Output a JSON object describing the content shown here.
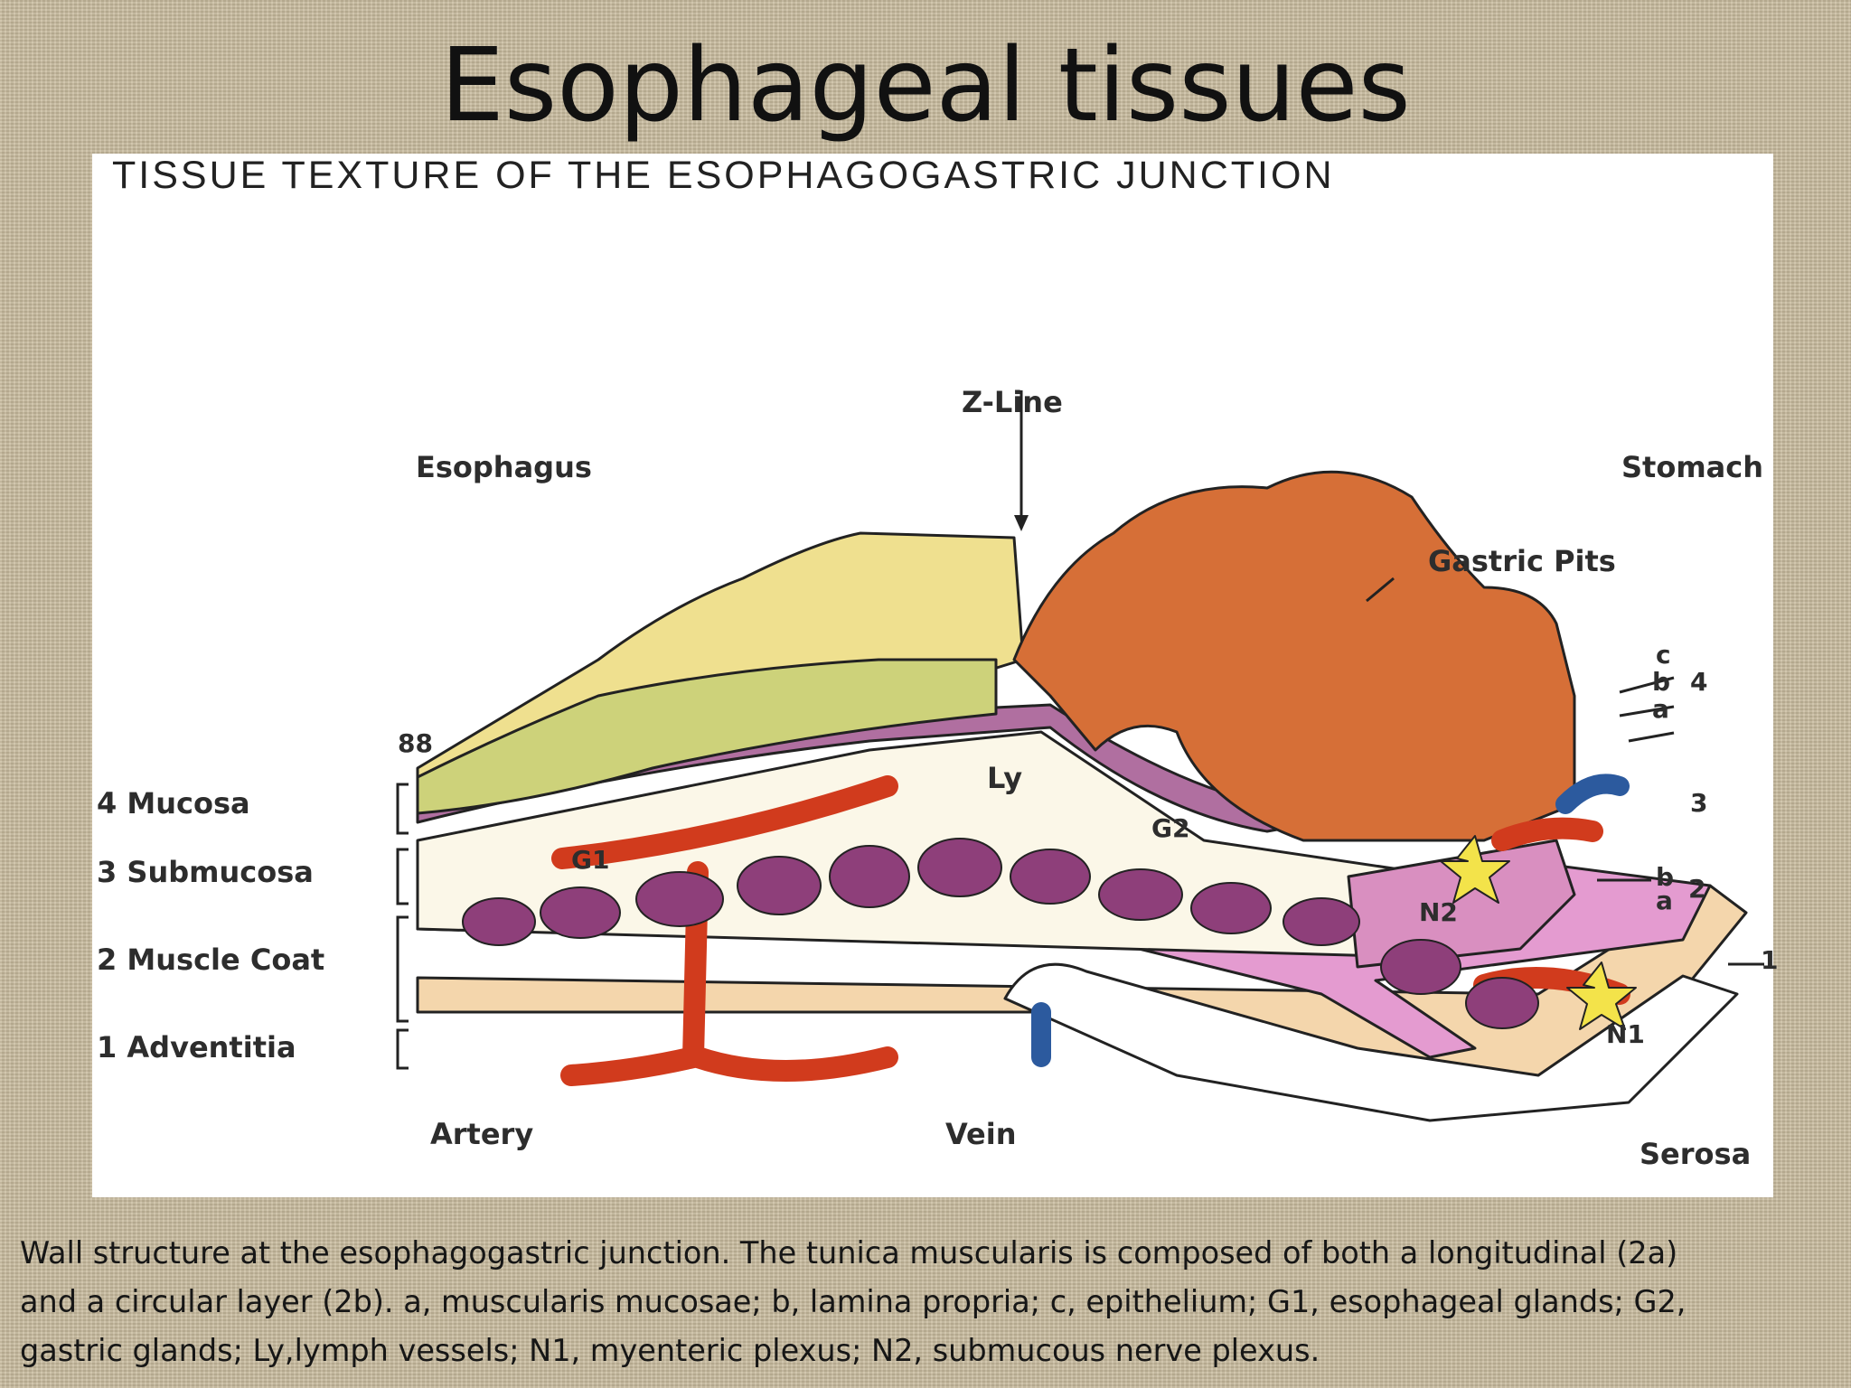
{
  "slide": {
    "title": "Esophageal tissues"
  },
  "figure": {
    "title": "TISSUE TEXTURE OF THE  ESOPHAGOGASTRIC JUNCTION",
    "top_labels": {
      "z_line": "Z-Line",
      "esophagus": "Esophagus",
      "stomach": "Stomach",
      "gastric_pits": "Gastric Pits"
    },
    "layers": {
      "mucosa": "4 Mucosa",
      "submucosa": "3 Submucosa",
      "muscle_coat": "2 Muscle Coat",
      "adventitia": "1 Adventitia"
    },
    "inner_labels": {
      "ly": "Ly",
      "g1": "G1",
      "g2": "G2",
      "n1": "N1",
      "n2": "N2"
    },
    "right_labels": {
      "c": "c",
      "b4": "b",
      "a4": "a",
      "four": "4",
      "three": "3",
      "b2": "b",
      "a2": "a",
      "two": "2",
      "one": "1"
    },
    "bottom_labels": {
      "artery": "Artery",
      "vein": "Vein",
      "serosa": "Serosa"
    },
    "corner_mark": "88"
  },
  "caption": {
    "lines": [
      "Wall structure at the esophagogastric junction. The tunica muscularis is composed of both a longitudinal (2a)",
      "and a circular layer (2b). a, muscularis mucosae; b, lamina propria; c, epithelium; G1, esophageal glands; G2,",
      "gastric glands; Ly,lymph vessels; N1, myenteric plexus; N2, submucous nerve plexus."
    ]
  },
  "colors": {
    "esophageal_epithelium": "#efe08f",
    "glands": "#cdd27a",
    "gastric_mucosa": "#d66f37",
    "muscle": "#8e3f7a",
    "submucosa": "#fbf7e8",
    "longitudinal_muscle": "#e49bd0",
    "adventitia": "#f4d6ac",
    "artery": "#d13b1d",
    "vein": "#2c5a9e",
    "nerve": "#f3e34a"
  }
}
